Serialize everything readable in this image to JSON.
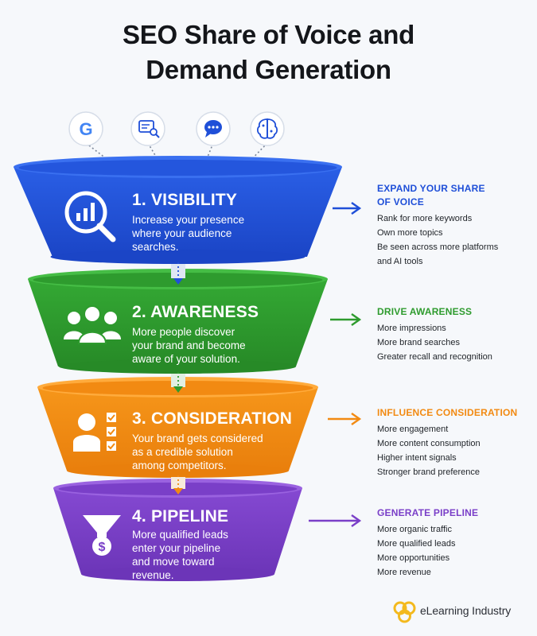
{
  "title": {
    "line1": "SEO Share of Voice and",
    "line2": "Demand Generation"
  },
  "icons": [
    {
      "name": "google-icon",
      "glyph": "G"
    },
    {
      "name": "search-results-icon"
    },
    {
      "name": "chat-bubble-icon"
    },
    {
      "name": "ai-brain-icon"
    }
  ],
  "stages": [
    {
      "title": "1. VISIBILITY",
      "desc": [
        "Increase your presence",
        "where your audience",
        "searches."
      ],
      "color": "#1f4fd8",
      "icon": "magnifier-chart-icon"
    },
    {
      "title": "2. AWARENESS",
      "desc": [
        "More people discover",
        "your brand and become",
        "aware of your solution."
      ],
      "color": "#2e9b2e",
      "icon": "people-group-icon"
    },
    {
      "title": "3. CONSIDERATION",
      "desc": [
        "Your brand gets considered",
        "as a credible solution",
        "among competitors."
      ],
      "color": "#f28a12",
      "icon": "person-checklist-icon"
    },
    {
      "title": "4. PIPELINE",
      "desc": [
        "More qualified leads",
        "enter your pipeline",
        "and move toward",
        "revenue."
      ],
      "color": "#7a3fc8",
      "icon": "funnel-dollar-icon"
    }
  ],
  "sides": [
    {
      "heading": [
        "EXPAND YOUR SHARE",
        "OF VOICE"
      ],
      "color": "#1f4fd8",
      "items": [
        "Rank for more keywords",
        "Own more topics",
        "Be seen across more platforms",
        "and AI tools"
      ]
    },
    {
      "heading": [
        "DRIVE AWARENESS"
      ],
      "color": "#2e9b2e",
      "items": [
        "More impressions",
        "More brand searches",
        "Greater recall and recognition"
      ]
    },
    {
      "heading": [
        "INFLUENCE CONSIDERATION"
      ],
      "color": "#f28a12",
      "items": [
        "More engagement",
        "More content consumption",
        "Higher intent signals",
        "Stronger brand preference"
      ]
    },
    {
      "heading": [
        "GENERATE PIPELINE"
      ],
      "color": "#7a3fc8",
      "items": [
        "More organic traffic",
        "More qualified leads",
        "More opportunities",
        "More revenue"
      ]
    }
  ],
  "brand": {
    "name": "eLearning Industry"
  }
}
